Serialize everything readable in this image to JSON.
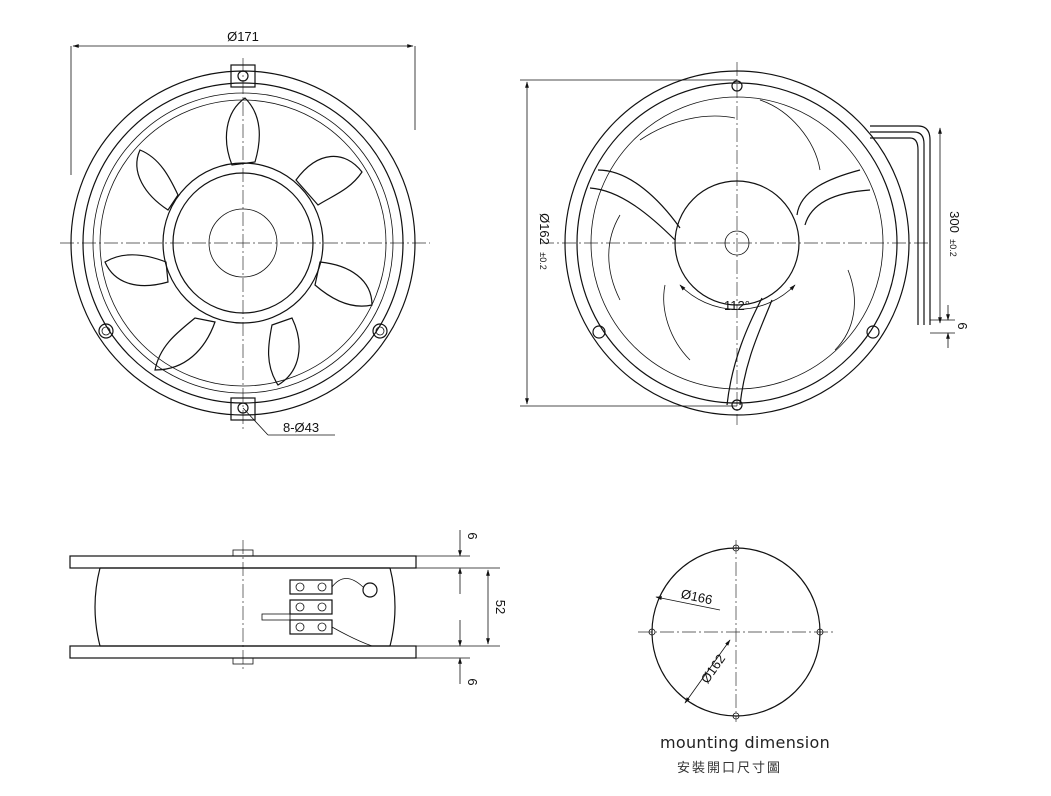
{
  "dimensions": {
    "outer_diameter": "Ø171",
    "hole_spacing_diameter": "Ø162",
    "hole_spacing_tolerance": "±0.2",
    "mounting_holes": "8-Ø43",
    "rib_angle": "112°",
    "lead_length": "300",
    "lead_tolerance": "±0.2",
    "lead_strip": "6",
    "flange_top": "6",
    "depth": "52",
    "flange_bottom": "6",
    "cutout_diameter": "Ø166",
    "cutout_hole_circle": "Ø162"
  },
  "captions": {
    "mounting_en": "mounting dimension",
    "mounting_zh": "安裝開口尺寸圖"
  },
  "colors": {
    "line": "#111111",
    "background": "#ffffff"
  }
}
